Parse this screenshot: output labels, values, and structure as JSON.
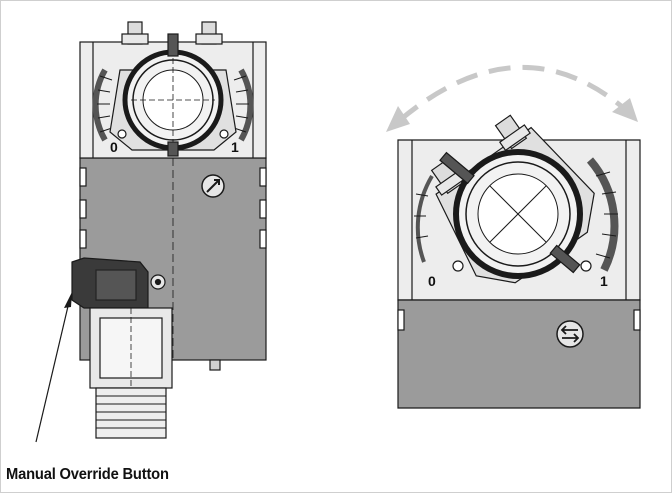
{
  "diagram": {
    "caption": "Manual Override Button",
    "left_view": {
      "scale_min_label": "0",
      "scale_max_label": "1"
    },
    "right_view": {
      "scale_min_label": "0",
      "scale_max_label": "1"
    },
    "colors": {
      "housing_gray": "#9b9b9b",
      "housing_light": "#e4e4e4",
      "button_dark": "#3a3a3a",
      "arrow_gray": "#c8c8c8",
      "outline": "#1a1a1a"
    }
  }
}
